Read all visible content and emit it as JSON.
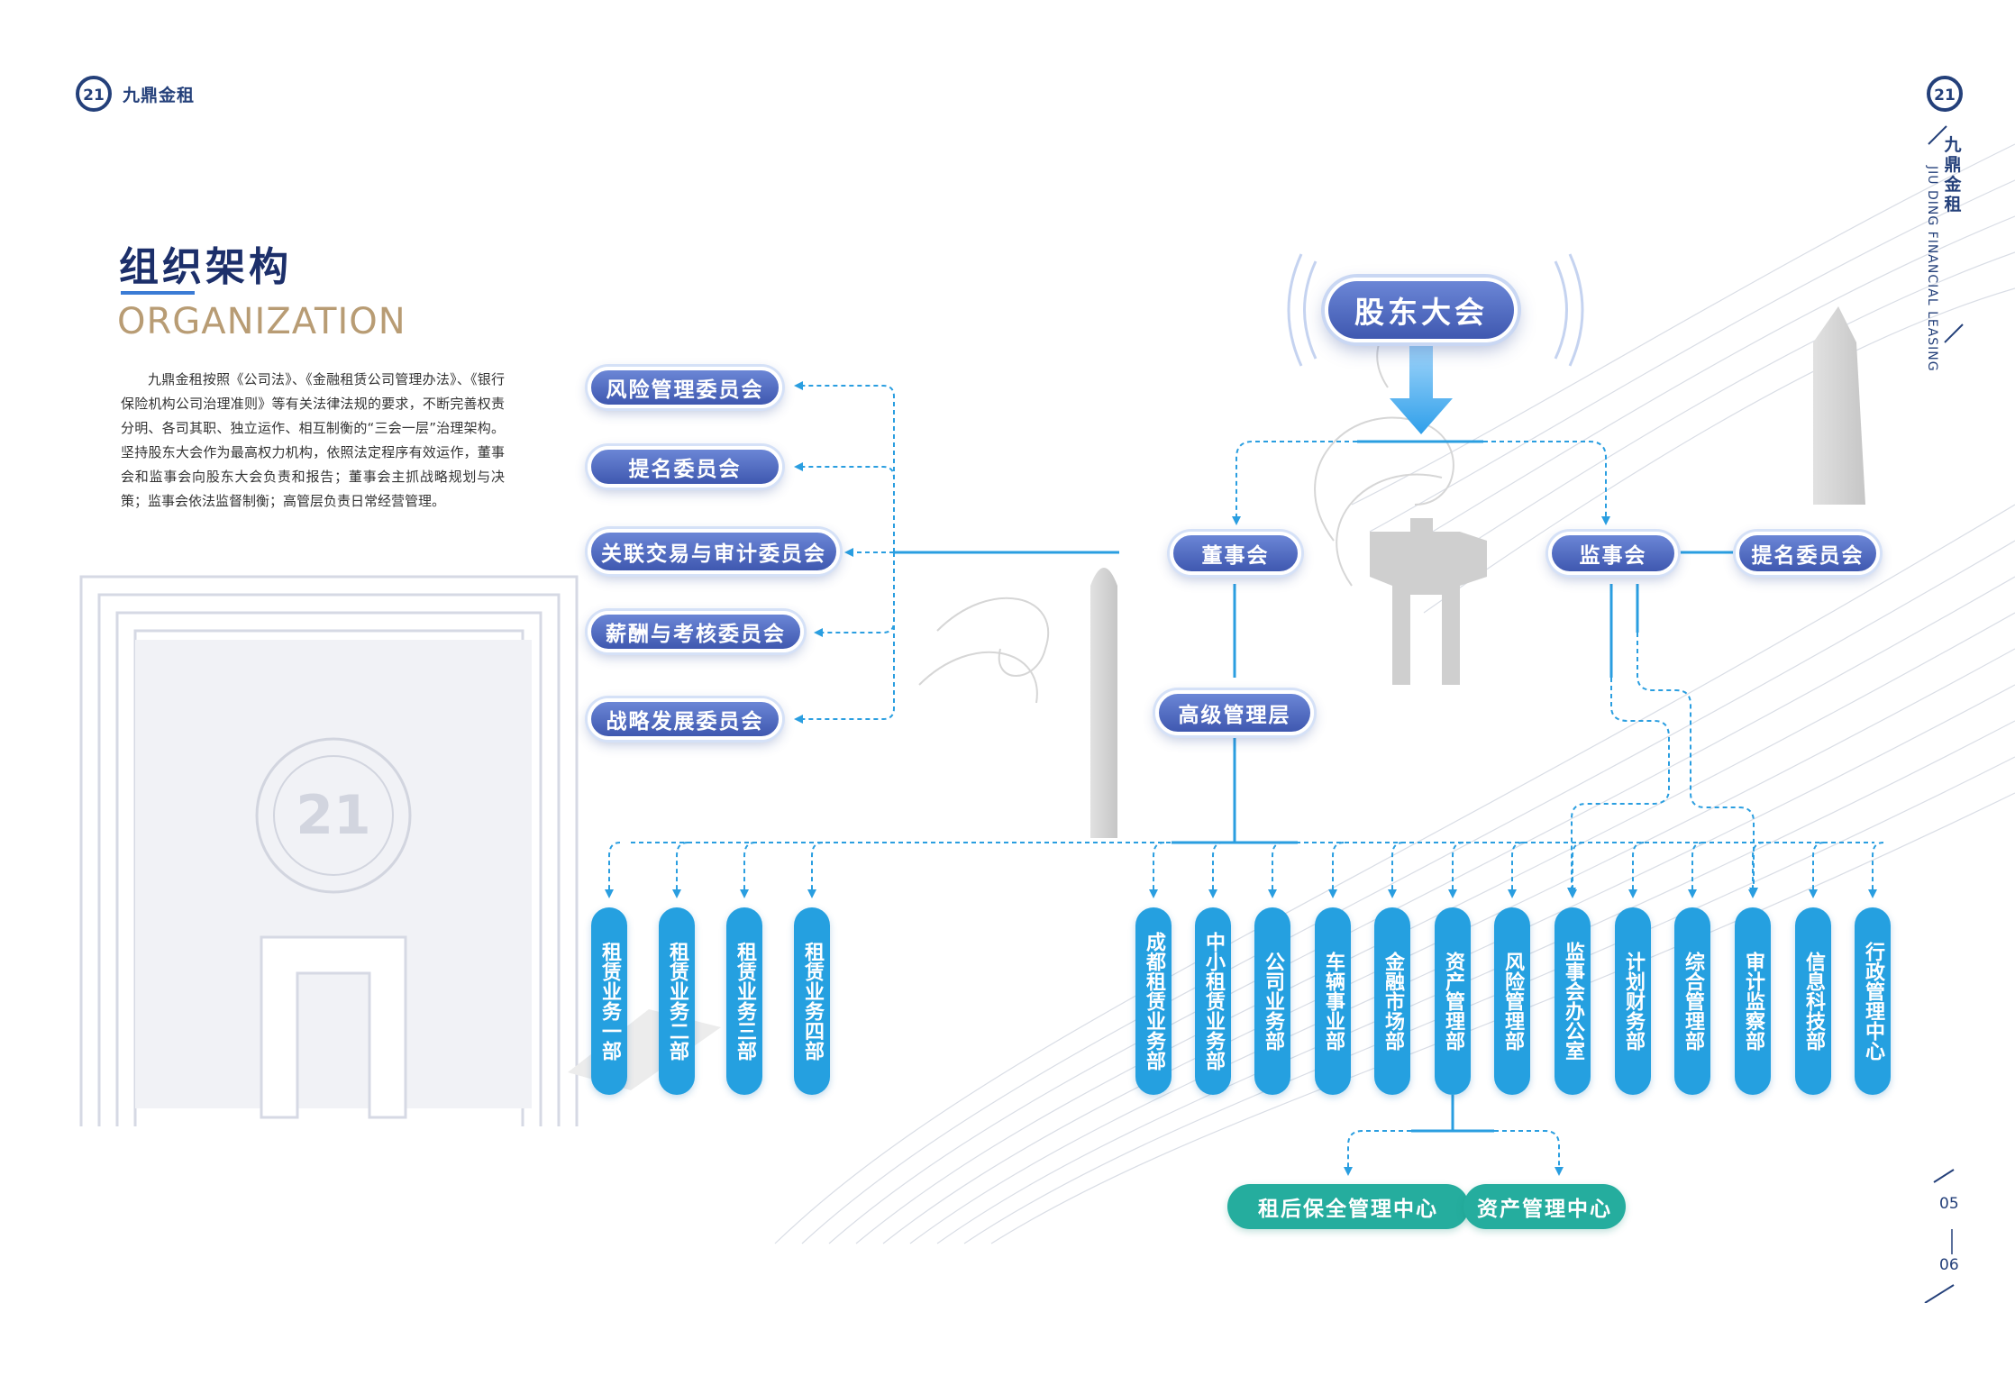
{
  "brand": {
    "name": "九鼎金租",
    "name_vertical": "九鼎金租",
    "name_en": "JIU DING FINANCIAL LEASING"
  },
  "title": "组织架构",
  "title_en": "ORGANIZATION",
  "intro": "九鼎金租按照《公司法》、《金融租赁公司管理办法》、《银行保险机构公司治理准则》等有关法律法规的要求，不断完善权责分明、各司其职、独立运作、相互制衡的“三会一层”治理架构。坚持股东大会作为最高权力机构，依照法定程序有效运作，董事会和监事会向股东大会负责和报告；董事会主抓战略规划与决策；监事会依法监督制衡；高管层负责日常经营管理。",
  "org": {
    "shareholders": "股东大会",
    "board": "董事会",
    "supervisors": "监事会",
    "supervisor_committee": "提名委员会",
    "senior_management": "高级管理层",
    "board_committees": [
      "风险管理委员会",
      "提名委员会",
      "关联交易与审计委员会",
      "薪酬与考核委员会",
      "战略发展委员会"
    ],
    "departments": [
      "租赁业务一部",
      "租赁业务二部",
      "租赁业务三部",
      "租赁业务四部",
      "成都租赁业务部",
      "中小租赁业务部",
      "公司业务部",
      "车辆事业部",
      "金融市场部",
      "资产管理部",
      "风险管理部",
      "监事会办公室",
      "计划财务部",
      "综合管理部",
      "审计监察部",
      "信息科技部",
      "行政管理中心"
    ],
    "asset_sub_centers": [
      "租后保全管理中心",
      "资产管理中心"
    ]
  },
  "colors": {
    "navy_pill": "#3f58b0",
    "dept_blue": "#25a0e0",
    "teal": "#25ad9e",
    "connector": "#2a9ee0",
    "title_gold": "#b89c74"
  },
  "pages": [
    "05",
    "06"
  ]
}
